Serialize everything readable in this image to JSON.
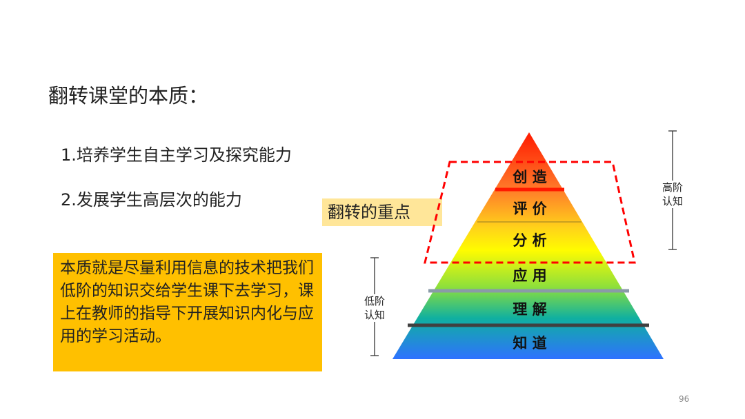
{
  "title": "翻转课堂的本质：",
  "points": [
    "1.培养学生自主学习及探究能力",
    "2.发展学生高层次的能力"
  ],
  "summary": "本质就是尽量利用信息的技术把我们低阶的知识交给学生课下去学习，课上在教师的指导下开展知识内化与应用的学习活动。",
  "focus_label": "翻转的重点",
  "pyramid_levels": [
    "创 造",
    "评 价",
    "分 析",
    "应 用",
    "理 解",
    "知 道"
  ],
  "high_cognition": "高阶认知",
  "low_cognition": "低阶认知",
  "page_number": "96",
  "colors": {
    "summary_bg": "#ffc000",
    "focus_bg": "#ffe699",
    "dashed_box": "#ff0000"
  }
}
